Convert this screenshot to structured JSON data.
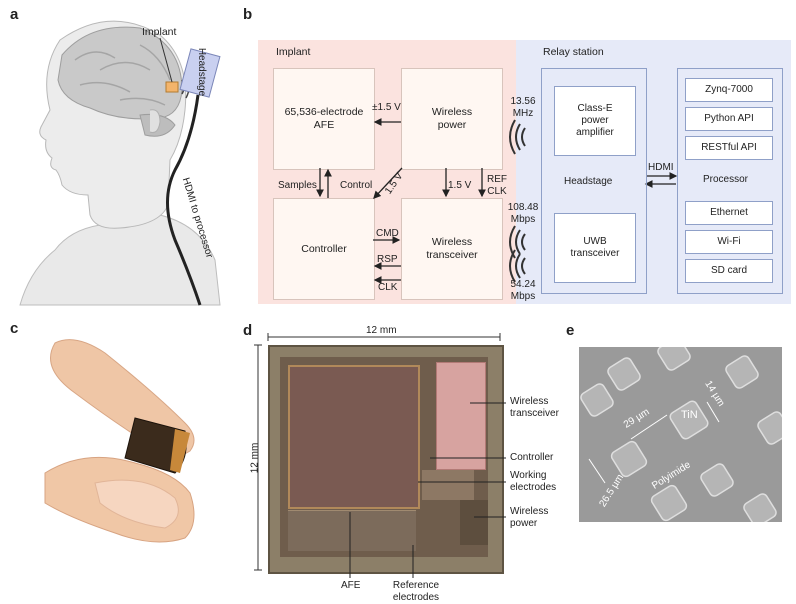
{
  "panels": {
    "a": "a",
    "b": "b",
    "c": "c",
    "d": "d",
    "e": "e"
  },
  "panel_a": {
    "implant": "Implant",
    "headstage": "Headstage",
    "hdmi": "HDMI to processor"
  },
  "panel_b": {
    "implant_title": "Implant",
    "relay_title": "Relay station",
    "afe": "65,536-electrode AFE",
    "wireless_power": "Wireless power",
    "controller": "Controller",
    "wireless_transceiver": "Wireless transceiver",
    "v15_pm": "±1.5 V",
    "samples": "Samples",
    "control": "Control",
    "v15_diag": "1.5 V",
    "v15": "1.5 V",
    "ref_clk": "REF CLK",
    "cmd": "CMD",
    "rsp": "RSP",
    "clk": "CLK",
    "freq_1356": "13.56 MHz",
    "rate_10848": "108.48 Mbps",
    "rate_5424": "54.24 Mbps",
    "class_e": "Class-E power amplifier",
    "headstage": "Headstage",
    "hdmi": "HDMI",
    "processor": "Processor",
    "uwb": "UWB transceiver",
    "zynq": "Zynq-7000",
    "python_api": "Python API",
    "restful_api": "RESTful API",
    "ethernet": "Ethernet",
    "wifi": "Wi-Fi",
    "sd_card": "SD card"
  },
  "panel_d": {
    "width": "12 mm",
    "height": "12 mm",
    "wireless_transceiver": "Wireless transceiver",
    "controller": "Controller",
    "working_electrodes": "Working electrodes",
    "wireless_power": "Wireless power",
    "afe": "AFE",
    "reference_electrodes": "Reference electrodes"
  },
  "panel_e": {
    "d29": "29 µm",
    "d14": "14 µm",
    "d265": "26.5 µm",
    "tin": "TiN",
    "polyimide": "Polyimide"
  },
  "colors": {
    "implant_bg": "#fbe3df",
    "relay_bg": "#e6eaf8",
    "box_fill": "#fff7f2",
    "arrow": "#222222"
  }
}
